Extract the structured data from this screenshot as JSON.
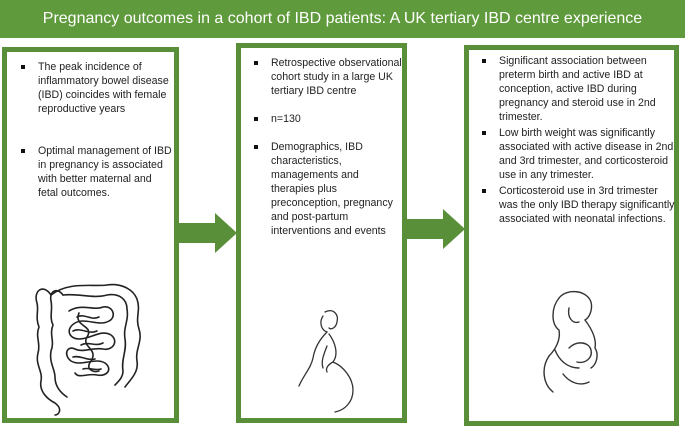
{
  "title": "Pregnancy outcomes in a cohort of IBD patients: A UK tertiary IBD centre experience",
  "panels": [
    {
      "items": [
        "The peak incidence of inflammatory bowel disease (IBD) coincides with female reproductive years",
        "Optimal management of IBD in pregnancy is associated with better maternal and fetal outcomes."
      ]
    },
    {
      "items": [
        "Retrospective observational cohort study in a large UK tertiary IBD centre",
        "n=130",
        "Demographics, IBD characteristics, managements and therapies plus preconception, pregnancy and post-partum interventions and events"
      ]
    },
    {
      "items": [
        "Significant association between preterm birth and active IBD at conception, active IBD during pregnancy and steroid use in 2nd trimester.",
        "Low birth weight was significantly associated with active disease in 2nd and 3rd trimester, and corticosteroid use in any trimester.",
        "Corticosteroid use in 3rd trimester was the only IBD therapy significantly associated with neonatal infections."
      ]
    }
  ],
  "colors": {
    "banner": "#5f9a3c",
    "border": "#5a8f3a",
    "arrow": "#5a8f3a"
  },
  "icons": [
    "intestine-icon",
    "pregnant-woman-icon",
    "mother-baby-icon"
  ]
}
